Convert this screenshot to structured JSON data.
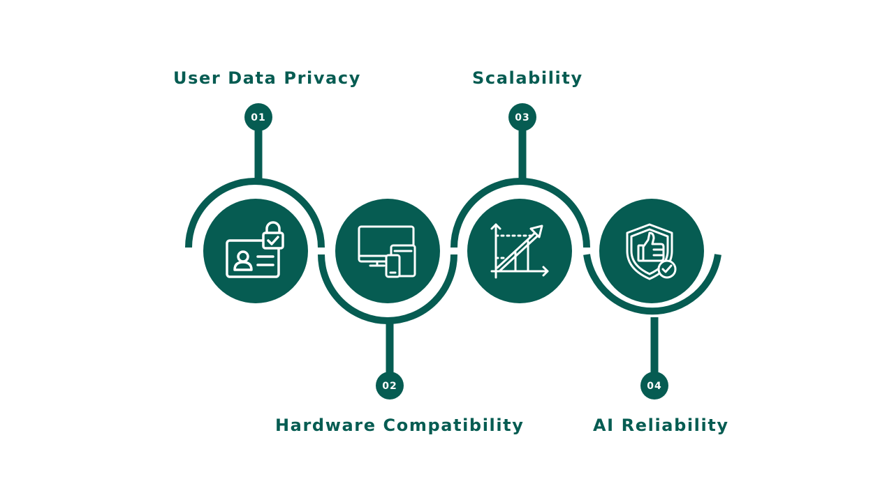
{
  "colors": {
    "primary": "#065c52",
    "background": "#ffffff",
    "icon": "#ffffff"
  },
  "steps": [
    {
      "number": "01",
      "title": "User Data Privacy",
      "icon": "id-card-lock-icon"
    },
    {
      "number": "02",
      "title": "Hardware Compatibility",
      "icon": "devices-icon"
    },
    {
      "number": "03",
      "title": "Scalability",
      "icon": "growth-chart-icon"
    },
    {
      "number": "04",
      "title": "AI Reliability",
      "icon": "shield-thumbs-up-icon"
    }
  ]
}
